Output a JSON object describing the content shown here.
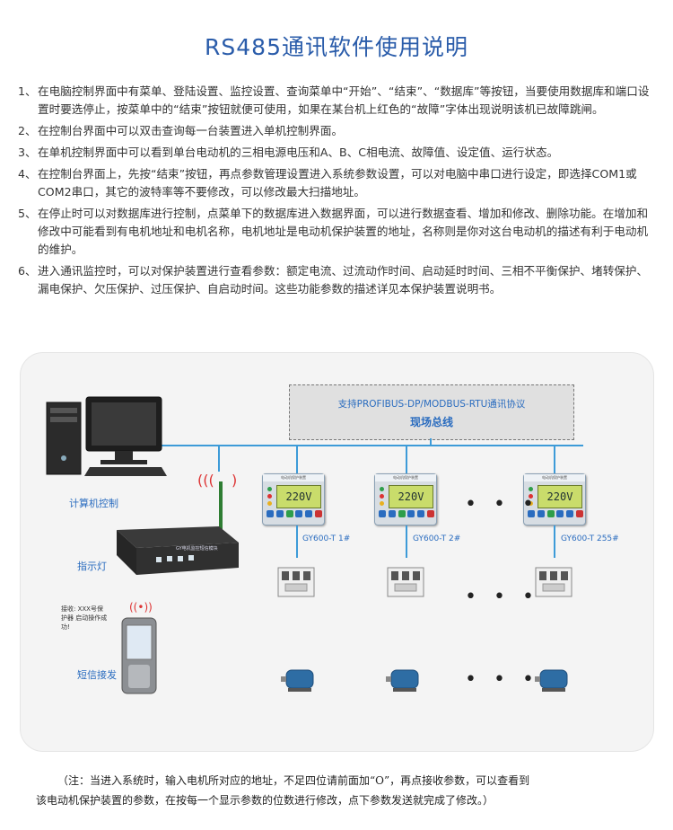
{
  "title": "RS485通讯软件使用说明",
  "items": [
    {
      "num": "1、",
      "text": "在电脑控制界面中有菜单、登陆设置、监控设置、查询菜单中“开始”、“结束”、“数据库”等按钮，当要使用数据库和端口设置时要选停止，按菜单中的“结束”按钮就便可使用，如果在某台机上红色的“故障”字体出现说明该机已故障跳闸。"
    },
    {
      "num": "2、",
      "text": "在控制台界面中可以双击查询每一台装置进入单机控制界面。"
    },
    {
      "num": "3、",
      "text": "在单机控制界面中可以看到单台电动机的三相电源电压和A、B、C相电流、故障值、设定值、运行状态。"
    },
    {
      "num": "4、",
      "text": "在控制台界面上，先按“结束”按钮，再点参数管理设置进入系统参数设置，可以对电脑中串口进行设定，即选择COM1或COM2串口，其它的波特率等不要修改，可以修改最大扫描地址。"
    },
    {
      "num": "5、",
      "text": "在停止时可以对数据库进行控制，点菜单下的数据库进入数据界面，可以进行数据查看、增加和修改、删除功能。在增加和修改中可能看到有电机地址和电机名称，电机地址是电动机保护装置的地址，名称则是你对这台电动机的描述有利于电动机的维护。"
    },
    {
      "num": "6、",
      "text": "进入通讯监控时，可以对保护装置进行查看参数：额定电流、过流动作时间、启动延时时间、三相不平衡保护、堵转保护、漏电保护、欠压保护、过压保护、自启动时间。这些功能参数的描述详见本保护装置说明书。"
    }
  ],
  "diagram": {
    "bus_protocol": "支持PROFIBUS-DP/MODBUS-RTU通讯协议",
    "bus_name": "现场总线",
    "computer_label": "计算机控制",
    "indicator_label": "指示灯",
    "sms_label": "短信接发",
    "device_panel_text": "GY电机监控短信模块",
    "phone_screen_text": "接收: XXX号保护器 启动操作成功!",
    "controller_header": "电动机保护装置",
    "lcd_reading": "220V",
    "devices": [
      {
        "label": "GY600-T 1#"
      },
      {
        "label": "GY600-T 2#"
      },
      {
        "label": "GY600-T 255#"
      }
    ],
    "ellipsis": "• • •"
  },
  "note": {
    "line1": "（注：当进入系统时，输入电机所对应的地址，不足四位请前面加“O”，再点接收参数，可以查看到",
    "line2": "该电动机保护装置的参数，在按每一个显示参数的位数进行修改，点下参数发送就完成了修改。）"
  },
  "colors": {
    "title_blue": "#2a5caa",
    "bus_line": "#3d9bd8",
    "label_blue": "#2a6cbf"
  }
}
